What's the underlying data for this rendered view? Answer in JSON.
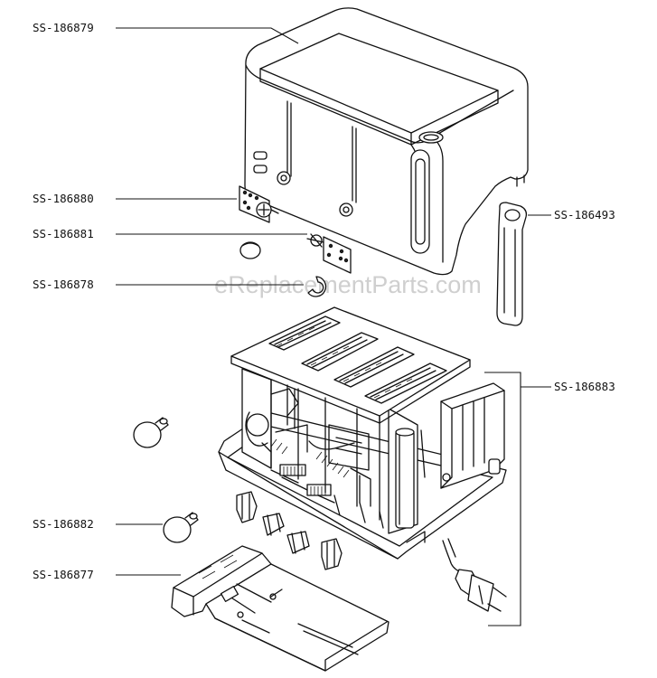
{
  "watermark": "eReplacementParts.com",
  "callouts": [
    {
      "id": "SS-186879"
    },
    {
      "id": "SS-186880"
    },
    {
      "id": "SS-186881"
    },
    {
      "id": "SS-186878"
    },
    {
      "id": "SS-186493"
    },
    {
      "id": "SS-186883"
    },
    {
      "id": "SS-186882"
    },
    {
      "id": "SS-186877"
    }
  ]
}
